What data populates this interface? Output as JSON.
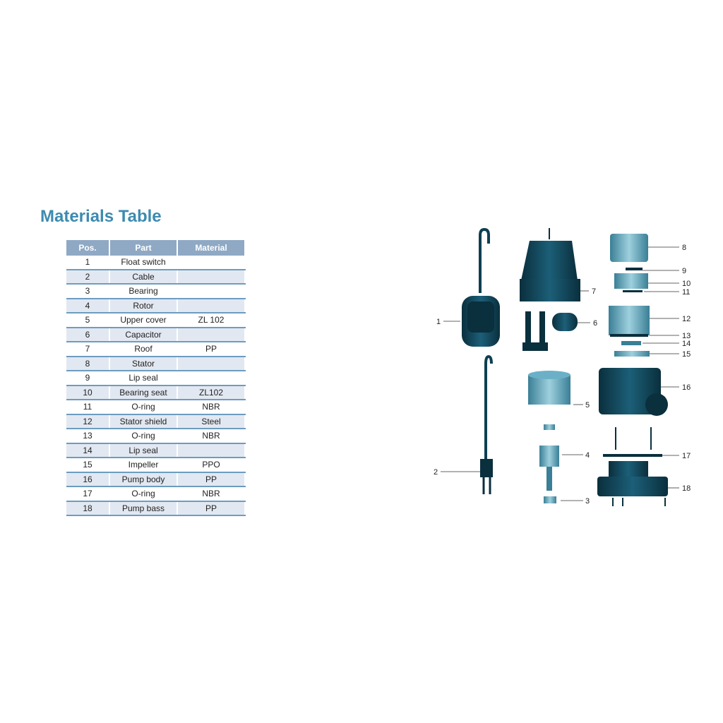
{
  "title": "Materials Table",
  "table": {
    "headers": [
      "Pos.",
      "Part",
      "Material"
    ],
    "rows": [
      {
        "pos": "1",
        "part": "Float switch",
        "material": ""
      },
      {
        "pos": "2",
        "part": "Cable",
        "material": ""
      },
      {
        "pos": "3",
        "part": "Bearing",
        "material": ""
      },
      {
        "pos": "4",
        "part": "Rotor",
        "material": ""
      },
      {
        "pos": "5",
        "part": "Upper cover",
        "material": "ZL 102"
      },
      {
        "pos": "6",
        "part": "Capacitor",
        "material": ""
      },
      {
        "pos": "7",
        "part": "Roof",
        "material": "PP"
      },
      {
        "pos": "8",
        "part": "Stator",
        "material": ""
      },
      {
        "pos": "9",
        "part": "Lip seal",
        "material": ""
      },
      {
        "pos": "10",
        "part": "Bearing seat",
        "material": "ZL102"
      },
      {
        "pos": "11",
        "part": "O-ring",
        "material": "NBR"
      },
      {
        "pos": "12",
        "part": "Stator shield",
        "material": "Steel"
      },
      {
        "pos": "13",
        "part": "O-ring",
        "material": "NBR"
      },
      {
        "pos": "14",
        "part": "Lip seal",
        "material": ""
      },
      {
        "pos": "15",
        "part": "Impeller",
        "material": "PPO"
      },
      {
        "pos": "16",
        "part": "Pump body",
        "material": "PP"
      },
      {
        "pos": "17",
        "part": "O-ring",
        "material": "NBR"
      },
      {
        "pos": "18",
        "part": "Pump bass",
        "material": "PP"
      }
    ]
  },
  "diagram": {
    "labels": [
      "1",
      "2",
      "3",
      "4",
      "5",
      "6",
      "7",
      "8",
      "9",
      "10",
      "11",
      "12",
      "13",
      "14",
      "15",
      "16",
      "17",
      "18"
    ]
  },
  "colors": {
    "title": "#3d8bb0",
    "header_bg": "#8fa9c4",
    "row_alt": "#e2e8f1",
    "part": "#0d3f52"
  }
}
